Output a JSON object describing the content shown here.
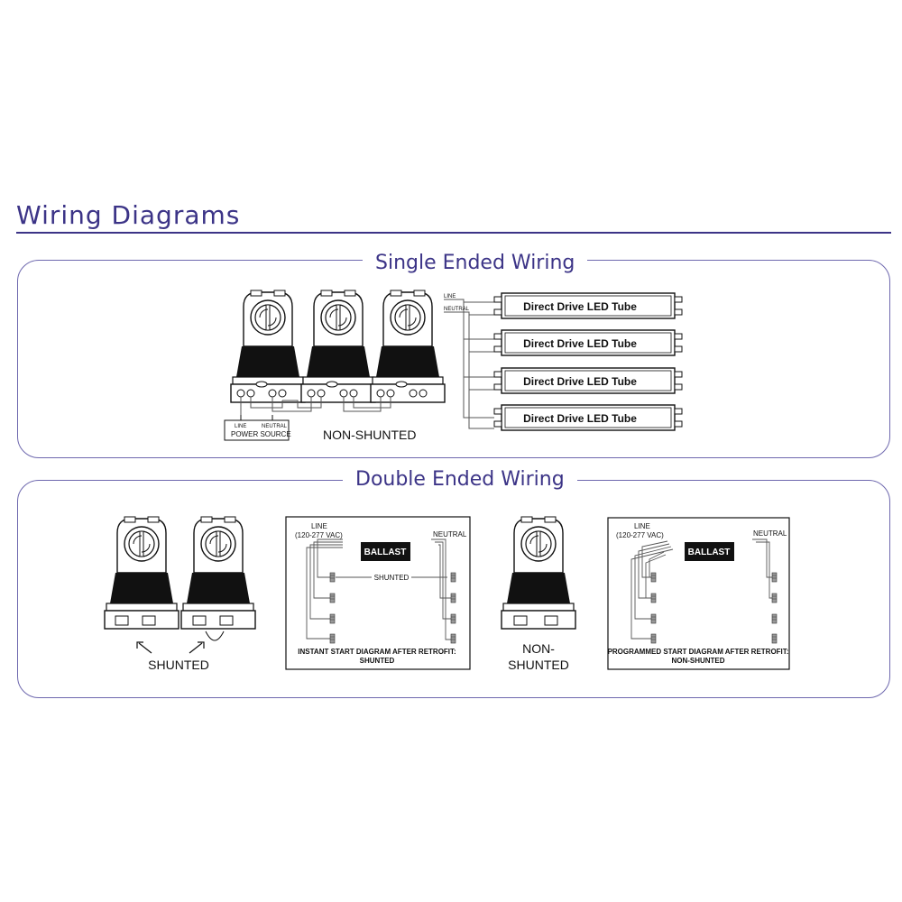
{
  "page": {
    "title": "Wiring Diagrams"
  },
  "single_ended": {
    "heading": "Single Ended Wiring",
    "socket_labels": {
      "line": "LINE",
      "neutral": "NEUTRAL",
      "power_source": "POWER SOURCE",
      "mode": "NON-SHUNTED"
    },
    "tube_wire_labels": {
      "line": "LINE",
      "neutral": "NEUTRAL"
    },
    "tubes": [
      "Direct Drive LED Tube",
      "Direct Drive LED Tube",
      "Direct Drive LED Tube",
      "Direct Drive LED Tube"
    ]
  },
  "double_ended": {
    "heading": "Double Ended Wiring",
    "shunted_label": "SHUNTED",
    "non_shunted_label_line1": "NON-",
    "non_shunted_label_line2": "SHUNTED",
    "instant_start": {
      "line_label": "LINE",
      "voltage_label": "(120-277 VAC)",
      "neutral_label": "NEUTRAL",
      "ballast_label": "BALLAST",
      "shunted_label": "SHUNTED",
      "caption_line1": "INSTANT START DIAGRAM AFTER RETROFIT:",
      "caption_line2": "SHUNTED"
    },
    "programmed_start": {
      "line_label": "LINE",
      "voltage_label": "(120-277 VAC)",
      "neutral_label": "NEUTRAL",
      "ballast_label": "BALLAST",
      "caption_line1": "PROGRAMMED START DIAGRAM AFTER RETROFIT:",
      "caption_line2": "NON-SHUNTED"
    }
  },
  "colors": {
    "accent": "#3c3487",
    "panel_border": "#6e68ae",
    "line_art": "#111111"
  }
}
